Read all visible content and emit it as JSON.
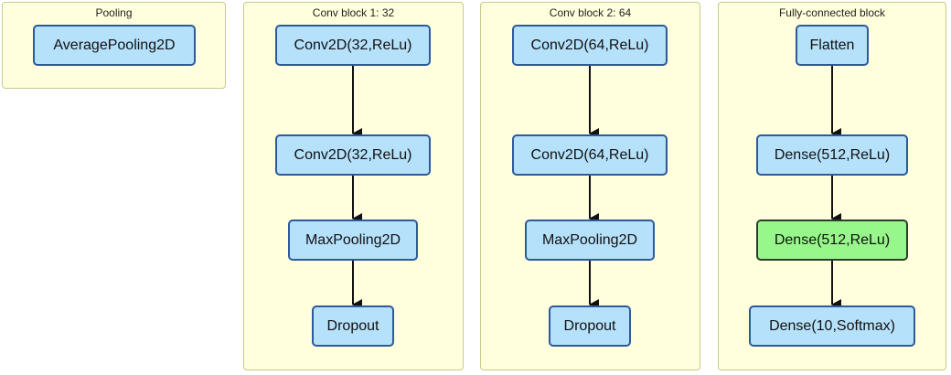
{
  "groups": {
    "pooling": {
      "title": "Pooling"
    },
    "conv1": {
      "title": "Conv block 1: 32"
    },
    "conv2": {
      "title": "Conv block 2: 64"
    },
    "fc": {
      "title": "Fully-connected block"
    }
  },
  "nodes": {
    "avgpool": "AveragePooling2D",
    "c1_conv_a": "Conv2D(32,ReLu)",
    "c1_conv_b": "Conv2D(32,ReLu)",
    "c1_maxpool": "MaxPooling2D",
    "c1_dropout": "Dropout",
    "c2_conv_a": "Conv2D(64,ReLu)",
    "c2_conv_b": "Conv2D(64,ReLu)",
    "c2_maxpool": "MaxPooling2D",
    "c2_dropout": "Dropout",
    "fc_flatten": "Flatten",
    "fc_dense_a": "Dense(512,ReLu)",
    "fc_dense_b": "Dense(512,ReLu)",
    "fc_dense_out": "Dense(10,Softmax)"
  },
  "colors": {
    "group_fill": "#ffffdd",
    "node_fill": "#b5e1fb",
    "node_border": "#2e5a9c",
    "highlight_fill": "#97f78a",
    "edge": "#111111"
  },
  "edges": [
    [
      "c1_conv_a",
      "c1_conv_b"
    ],
    [
      "c1_conv_b",
      "c1_maxpool"
    ],
    [
      "c1_maxpool",
      "c1_dropout"
    ],
    [
      "c2_conv_a",
      "c2_conv_b"
    ],
    [
      "c2_conv_b",
      "c2_maxpool"
    ],
    [
      "c2_maxpool",
      "c2_dropout"
    ],
    [
      "fc_flatten",
      "fc_dense_a"
    ],
    [
      "fc_dense_a",
      "fc_dense_b"
    ],
    [
      "fc_dense_b",
      "fc_dense_out"
    ]
  ]
}
